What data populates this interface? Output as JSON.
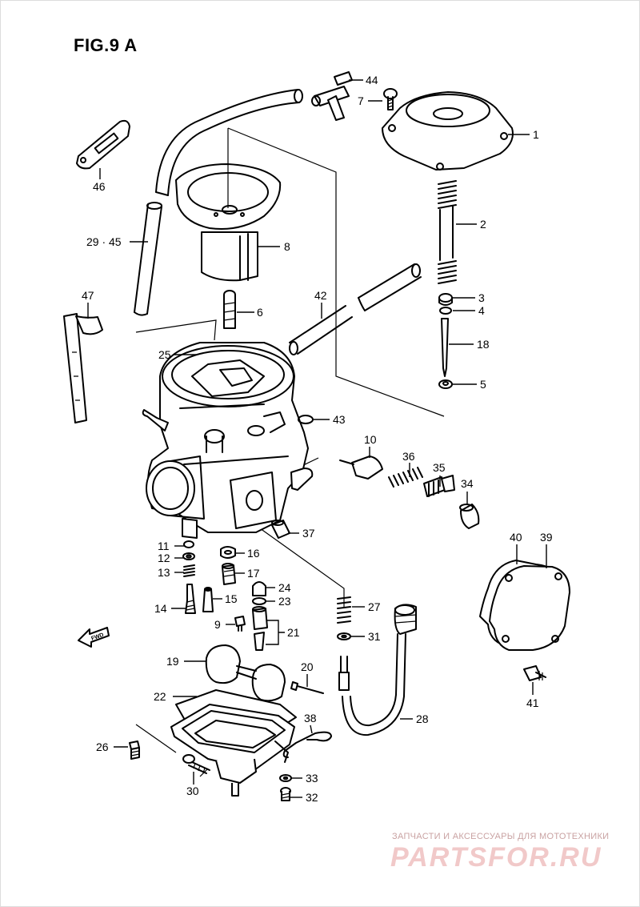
{
  "figure": {
    "title": "FIG.9 A"
  },
  "fwd_label": "FWD",
  "watermark": {
    "caption": "ЗАПЧАСТИ И АКСЕССУАРЫ ДЛЯ МОТОТЕХНИКИ",
    "logo": "PARTSFOR.RU"
  },
  "callouts": [
    {
      "id": "44",
      "text": "44"
    },
    {
      "id": "7",
      "text": "7"
    },
    {
      "id": "1",
      "text": "1"
    },
    {
      "id": "46",
      "text": "46"
    },
    {
      "id": "2",
      "text": "2"
    },
    {
      "id": "29-45",
      "text": "29 · 45"
    },
    {
      "id": "8",
      "text": "8"
    },
    {
      "id": "3",
      "text": "3"
    },
    {
      "id": "4",
      "text": "4"
    },
    {
      "id": "47",
      "text": "47"
    },
    {
      "id": "6",
      "text": "6"
    },
    {
      "id": "42",
      "text": "42"
    },
    {
      "id": "18",
      "text": "18"
    },
    {
      "id": "25",
      "text": "25"
    },
    {
      "id": "5",
      "text": "5"
    },
    {
      "id": "43",
      "text": "43"
    },
    {
      "id": "10",
      "text": "10"
    },
    {
      "id": "36",
      "text": "36"
    },
    {
      "id": "35",
      "text": "35"
    },
    {
      "id": "34",
      "text": "34"
    },
    {
      "id": "37",
      "text": "37"
    },
    {
      "id": "40",
      "text": "40"
    },
    {
      "id": "39",
      "text": "39"
    },
    {
      "id": "11",
      "text": "11"
    },
    {
      "id": "12",
      "text": "12"
    },
    {
      "id": "16",
      "text": "16"
    },
    {
      "id": "13",
      "text": "13"
    },
    {
      "id": "17",
      "text": "17"
    },
    {
      "id": "24",
      "text": "24"
    },
    {
      "id": "14",
      "text": "14"
    },
    {
      "id": "15",
      "text": "15"
    },
    {
      "id": "23",
      "text": "23"
    },
    {
      "id": "27",
      "text": "27"
    },
    {
      "id": "9",
      "text": "9"
    },
    {
      "id": "21",
      "text": "21"
    },
    {
      "id": "31",
      "text": "31"
    },
    {
      "id": "19",
      "text": "19"
    },
    {
      "id": "20",
      "text": "20"
    },
    {
      "id": "41",
      "text": "41"
    },
    {
      "id": "22",
      "text": "22"
    },
    {
      "id": "38",
      "text": "38"
    },
    {
      "id": "28",
      "text": "28"
    },
    {
      "id": "26",
      "text": "26"
    },
    {
      "id": "33",
      "text": "33"
    },
    {
      "id": "30",
      "text": "30"
    },
    {
      "id": "32",
      "text": "32"
    }
  ]
}
